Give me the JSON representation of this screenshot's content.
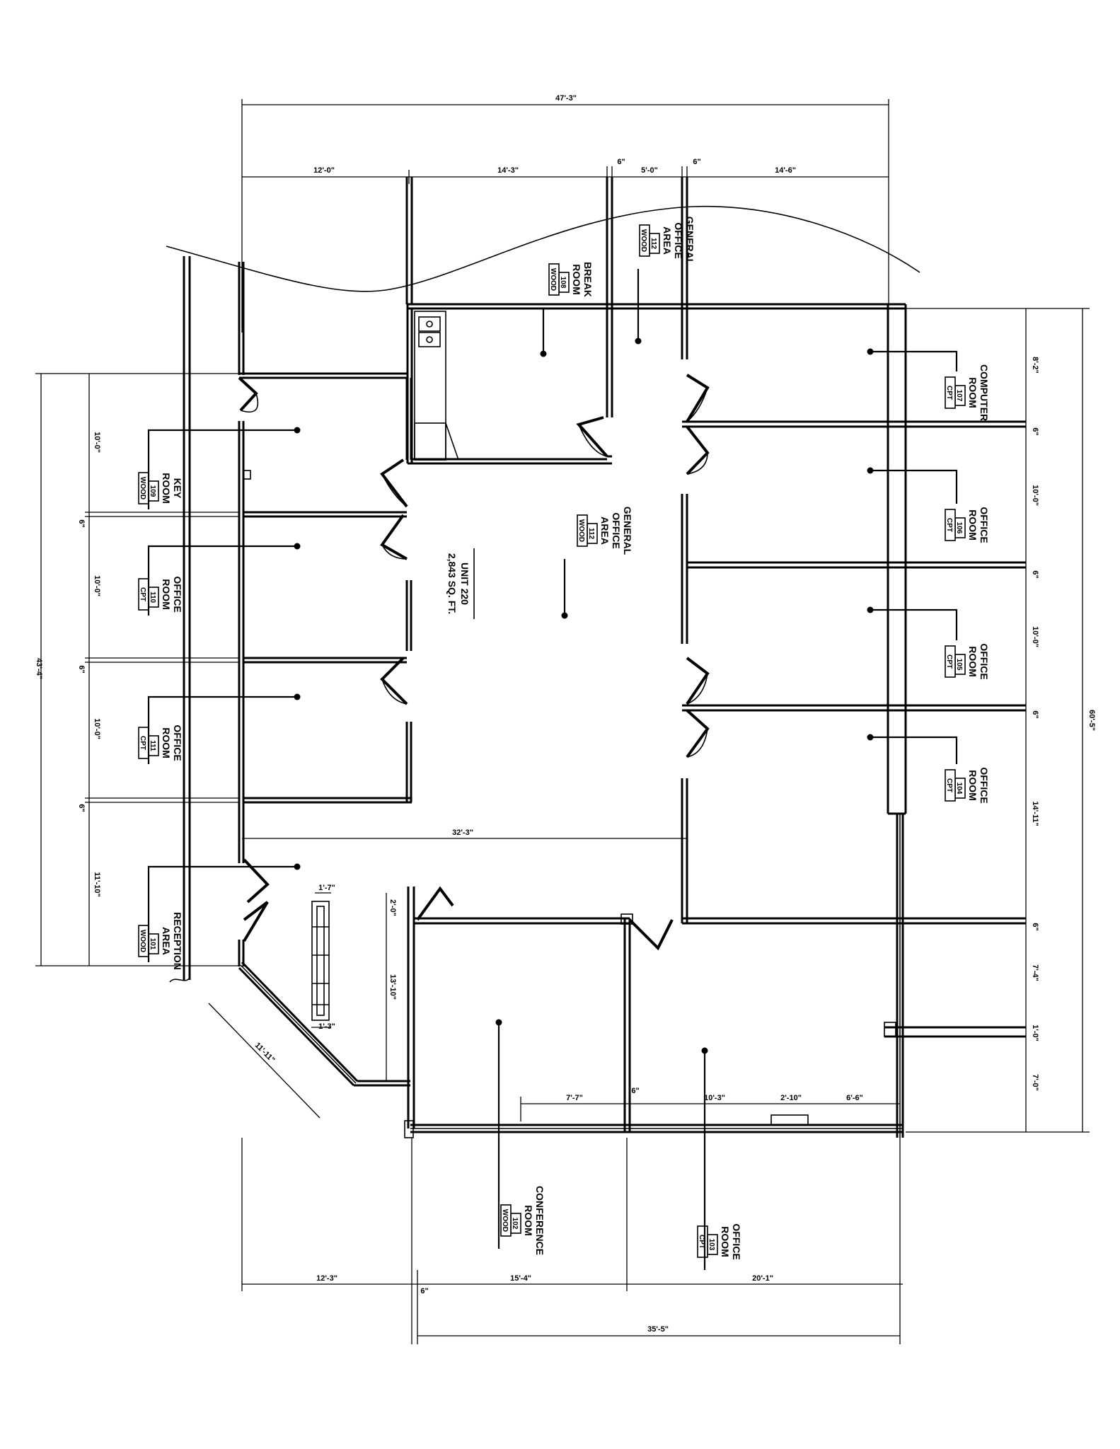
{
  "unit": {
    "name": "UNIT 220",
    "area": "2,843 SQ. FT."
  },
  "rooms": [
    {
      "lines": [
        "COMPUTER",
        "ROOM"
      ],
      "number": "107",
      "finish": "CPT"
    },
    {
      "lines": [
        "OFFICE",
        "ROOM"
      ],
      "number": "106",
      "finish": "CPT"
    },
    {
      "lines": [
        "OFFICE",
        "ROOM"
      ],
      "number": "105",
      "finish": "CPT"
    },
    {
      "lines": [
        "OFFICE",
        "ROOM"
      ],
      "number": "104",
      "finish": "CPT"
    },
    {
      "lines": [
        "OFFICE",
        "ROOM"
      ],
      "number": "103",
      "finish": "CPT"
    },
    {
      "lines": [
        "CONFERENCE",
        "ROOM"
      ],
      "number": "102",
      "finish": "WOOD"
    },
    {
      "lines": [
        "RECEPTION",
        "AREA"
      ],
      "number": "101",
      "finish": "WOOD"
    },
    {
      "lines": [
        "OFFICE",
        "ROOM"
      ],
      "number": "111",
      "finish": "CPT"
    },
    {
      "lines": [
        "OFFICE",
        "ROOM"
      ],
      "number": "110",
      "finish": "CPT"
    },
    {
      "lines": [
        "KEY",
        "ROOM"
      ],
      "number": "109",
      "finish": "WOOD"
    },
    {
      "lines": [
        "BREAK",
        "ROOM"
      ],
      "number": "108",
      "finish": "WOOD"
    },
    {
      "lines": [
        "GENERAL",
        "OFFICE",
        "AREA"
      ],
      "number": "112",
      "finish": "WOOD"
    },
    {
      "lines": [
        "GENERAL",
        "OFFICE",
        "AREA"
      ],
      "number": "112",
      "finish": "WOOD"
    }
  ],
  "dimensions": {
    "top_overall": "47'-3\"",
    "top": [
      "12'-0\"",
      "14'-3\"",
      "6\"",
      "5'-0\"",
      "6\"",
      "14'-6\""
    ],
    "right_overall": "60'-5\"",
    "right": [
      "8'-2\"",
      "6\"",
      "10'-0\"",
      "6\"",
      "10'-0\"",
      "6\"",
      "14'-11\"",
      "6\"",
      "7'-4\"",
      "1'-0\"",
      "7'-0\""
    ],
    "left_overall": "43'-4\"",
    "left": [
      "10'-0\"",
      "6\"",
      "10'-0\"",
      "6\"",
      "10'-0\"",
      "6\"",
      "11'-10\""
    ],
    "bottom": [
      "12'-3\"",
      "15'-4\"",
      "20'-1\"",
      "6\""
    ],
    "bottom_overall": "35'-5\"",
    "interior": [
      "32'-3\"",
      "7'-7\"",
      "6\"",
      "10'-3\"",
      "2'-10\"",
      "6'-6\"",
      "2'-0\"",
      "13'-10\"",
      "1'-7\"",
      "1'-3\"",
      "11'-11\""
    ]
  }
}
